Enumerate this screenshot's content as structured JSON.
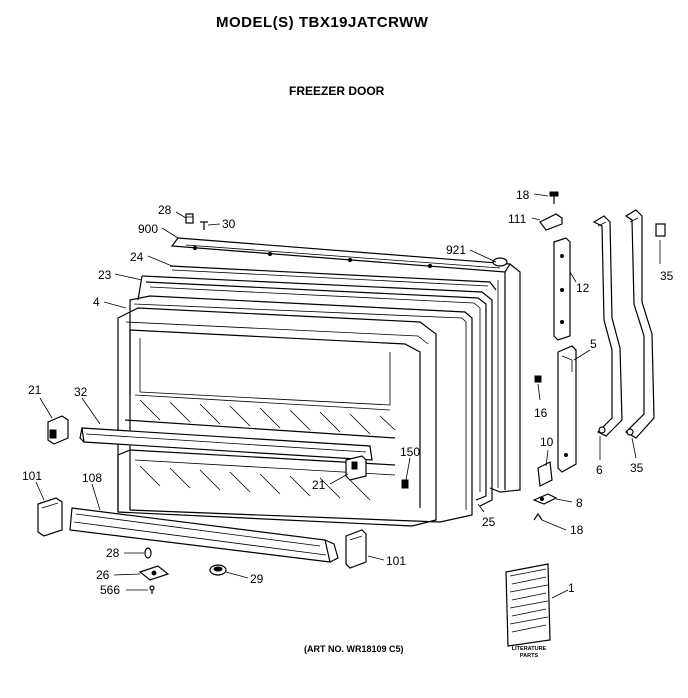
{
  "header": {
    "model": "MODEL(S) TBX19JATCRWW",
    "section": "FREEZER DOOR"
  },
  "footer": {
    "art_no": "(ART NO. WR18109 C5)",
    "literature_label_line1": "LITERATURE",
    "literature_label_line2": "PARTS"
  },
  "labels": {
    "p28a": "28",
    "p30": "30",
    "p900": "900",
    "p24": "24",
    "p23": "23",
    "p4": "4",
    "p921": "921",
    "p18a": "18",
    "p111": "111",
    "p12": "12",
    "p35a": "35",
    "p5": "5",
    "p16": "16",
    "p10": "10",
    "p6": "6",
    "p35b": "35",
    "p8": "8",
    "p18b": "18",
    "p21a": "21",
    "p32": "32",
    "p21b": "21",
    "p150": "150",
    "p101a": "101",
    "p108": "108",
    "p25": "25",
    "p28b": "28",
    "p101b": "101",
    "p26": "26",
    "p566": "566",
    "p29": "29",
    "p1": "1"
  }
}
